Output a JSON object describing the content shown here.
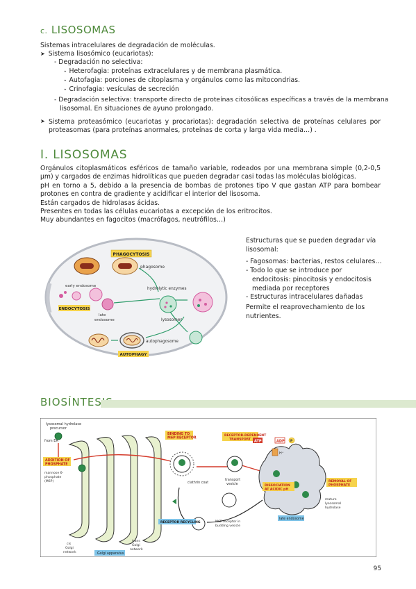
{
  "section_c": {
    "label": "c.",
    "title": "LISOSOMAS"
  },
  "intro": "Sistemas intracelulares de degradación de moléculas.",
  "lysosomal_system": {
    "title": "Sistema lisosómico (eucariotas):",
    "nonselective_title": "- Degradación no selectiva:",
    "items": [
      "Heterofagia: proteínas extracelulares y de membrana plasmática.",
      "Autofagia: porciones de citoplasma y orgánulos como las mitocondrias.",
      "Crinofagia: vesículas de secreción"
    ],
    "selective_line1": "- Degradación selectiva: transporte directo de proteínas citosólicas específicas a través de la membrana",
    "selective_line2": "lisosomal. En situaciones de ayuno prolongado."
  },
  "proteasomal_system": "Sistema proteasómico (eucariotas y procariotas): degradación selectiva de proteínas celulares por proteasomas (para proteínas anormales, proteínas de corta y larga vida media…) .",
  "section_1": {
    "title": "I. LISOSOMAS"
  },
  "paragraphs": [
    "Orgánulos citoplasmáticos esféricos de tamaño variable, rodeados por una membrana simple (0,2-0,5 μm) y cargados de enzimas hidrolíticas que pueden degradar casi todas las moléculas biológicas.",
    "pH en torno a 5, debido a la presencia de bombas de protones tipo V que gastan ATP para bombear protones en contra de gradiente y acidificar el interior del lisosoma.",
    "Están cargados de hidrolasas ácidas.",
    "Presentes en todas las células eucariotas a excepción de los eritrocitos.",
    "Muy abundantes en fagocitos (macrófagos, neutrófilos…)"
  ],
  "right_column": {
    "intro_line1": "Estructuras que se pueden degradar vía",
    "intro_line2": "lisosomal:",
    "items": [
      [
        "- Fagosomas: bacterias, restos celulares…"
      ],
      [
        "- Todo lo que se introduce por",
        "endocitosis: pinocitosis y endocitosis",
        "mediada por receptores"
      ],
      [
        "- Estructuras intracelulares dañadas"
      ]
    ],
    "outro_line1": "Permite el reaprovechamiento de los",
    "outro_line2": "nutrientes."
  },
  "figure1": {
    "labels": {
      "phagocytosis": "PHAGOCYTOSIS",
      "phagosome": "phagosome",
      "early_endosome": "early endosome",
      "endocytosis": "ENDOCYTOSIS",
      "late_endosome_1": "late",
      "late_endosome_2": "endosome",
      "hydrolytic_enzymes": "hydrolytic enzymes",
      "lysosomes": "lysosomes",
      "autophagosome": "autophagosome",
      "autophagy": "AUTOPHAGY"
    }
  },
  "section_bio": {
    "title": "BIOSÍNTESIS"
  },
  "figure2": {
    "labels": {
      "hydrolase_precursor_1": "lysosomal hydrolase",
      "hydrolase_precursor_2": "precursor",
      "from_er": "from ER",
      "addition_1": "ADDITION OF",
      "addition_2": "PHOSPHATE",
      "m6p_1": "mannose 6-",
      "m6p_2": "phosphate",
      "m6p_3": "(M6P)",
      "binding_1": "BINDING TO",
      "binding_2": "M6P RECEPTOR",
      "clathrin_coat": "clathrin coat",
      "receptor_dependent_1": "RECEPTOR-DEPENDENT",
      "receptor_dependent_2": "TRANSPORT",
      "transport_1": "transport",
      "transport_2": "vesicle",
      "atp": "ATP",
      "adp": "ADP",
      "pi": "P",
      "h_plus": "H⁺",
      "dissociation_1": "DISSOCIATION",
      "dissociation_2": "AT ACIDIC pH",
      "removal_1": "REMOVAL OF",
      "removal_2": "PHOSPHATE",
      "mature_1": "mature",
      "mature_2": "lysosomal",
      "mature_3": "hydrolase",
      "late_endosome": "late endosome",
      "receptor_recycling": "RECEPTOR RECYCLING",
      "m6p_receptor_1": "M6P receptor in",
      "m6p_receptor_2": "budding vesicle",
      "cis_1": "cis",
      "cis_2": "Golgi",
      "cis_3": "network",
      "trans_1": "trans",
      "trans_2": "Golgi",
      "trans_3": "network",
      "golgi_apparatus": "Golgi apparatus"
    }
  },
  "page_number": "95"
}
